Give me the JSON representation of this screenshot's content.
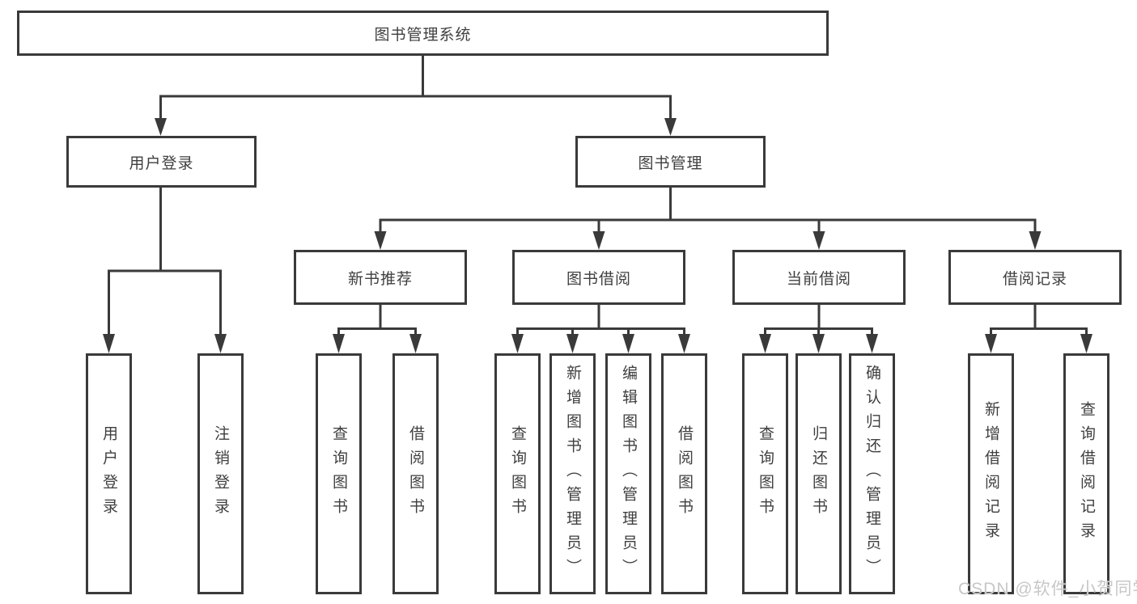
{
  "diagram": {
    "root": {
      "label": "图书管理系统",
      "children": [
        {
          "label": "用户登录",
          "children": [
            {
              "label": "用户登录"
            },
            {
              "label": "注销登录"
            }
          ]
        },
        {
          "label": "图书管理",
          "children": [
            {
              "label": "新书推荐",
              "children": [
                {
                  "label": "查询图书"
                },
                {
                  "label": "借阅图书"
                }
              ]
            },
            {
              "label": "图书借阅",
              "children": [
                {
                  "label": "查询图书"
                },
                {
                  "label": "新增图书（管理员）"
                },
                {
                  "label": "编辑图书（管理员）"
                },
                {
                  "label": "借阅图书"
                }
              ]
            },
            {
              "label": "当前借阅",
              "children": [
                {
                  "label": "查询图书"
                },
                {
                  "label": "归还图书"
                },
                {
                  "label": "确认归还（管理员）"
                }
              ]
            },
            {
              "label": "借阅记录",
              "children": [
                {
                  "label": "新增借阅记录"
                },
                {
                  "label": "查询借阅记录"
                }
              ]
            }
          ]
        }
      ]
    },
    "watermark": "CSDN @软件_小贺同学",
    "colors": {
      "line": "#3a3a3a",
      "box_border": "#3a3a3a",
      "box_fill": "#ffffff",
      "text": "#3f3f3f",
      "watermark": "#c7c7c7",
      "background": "#ffffff"
    }
  }
}
